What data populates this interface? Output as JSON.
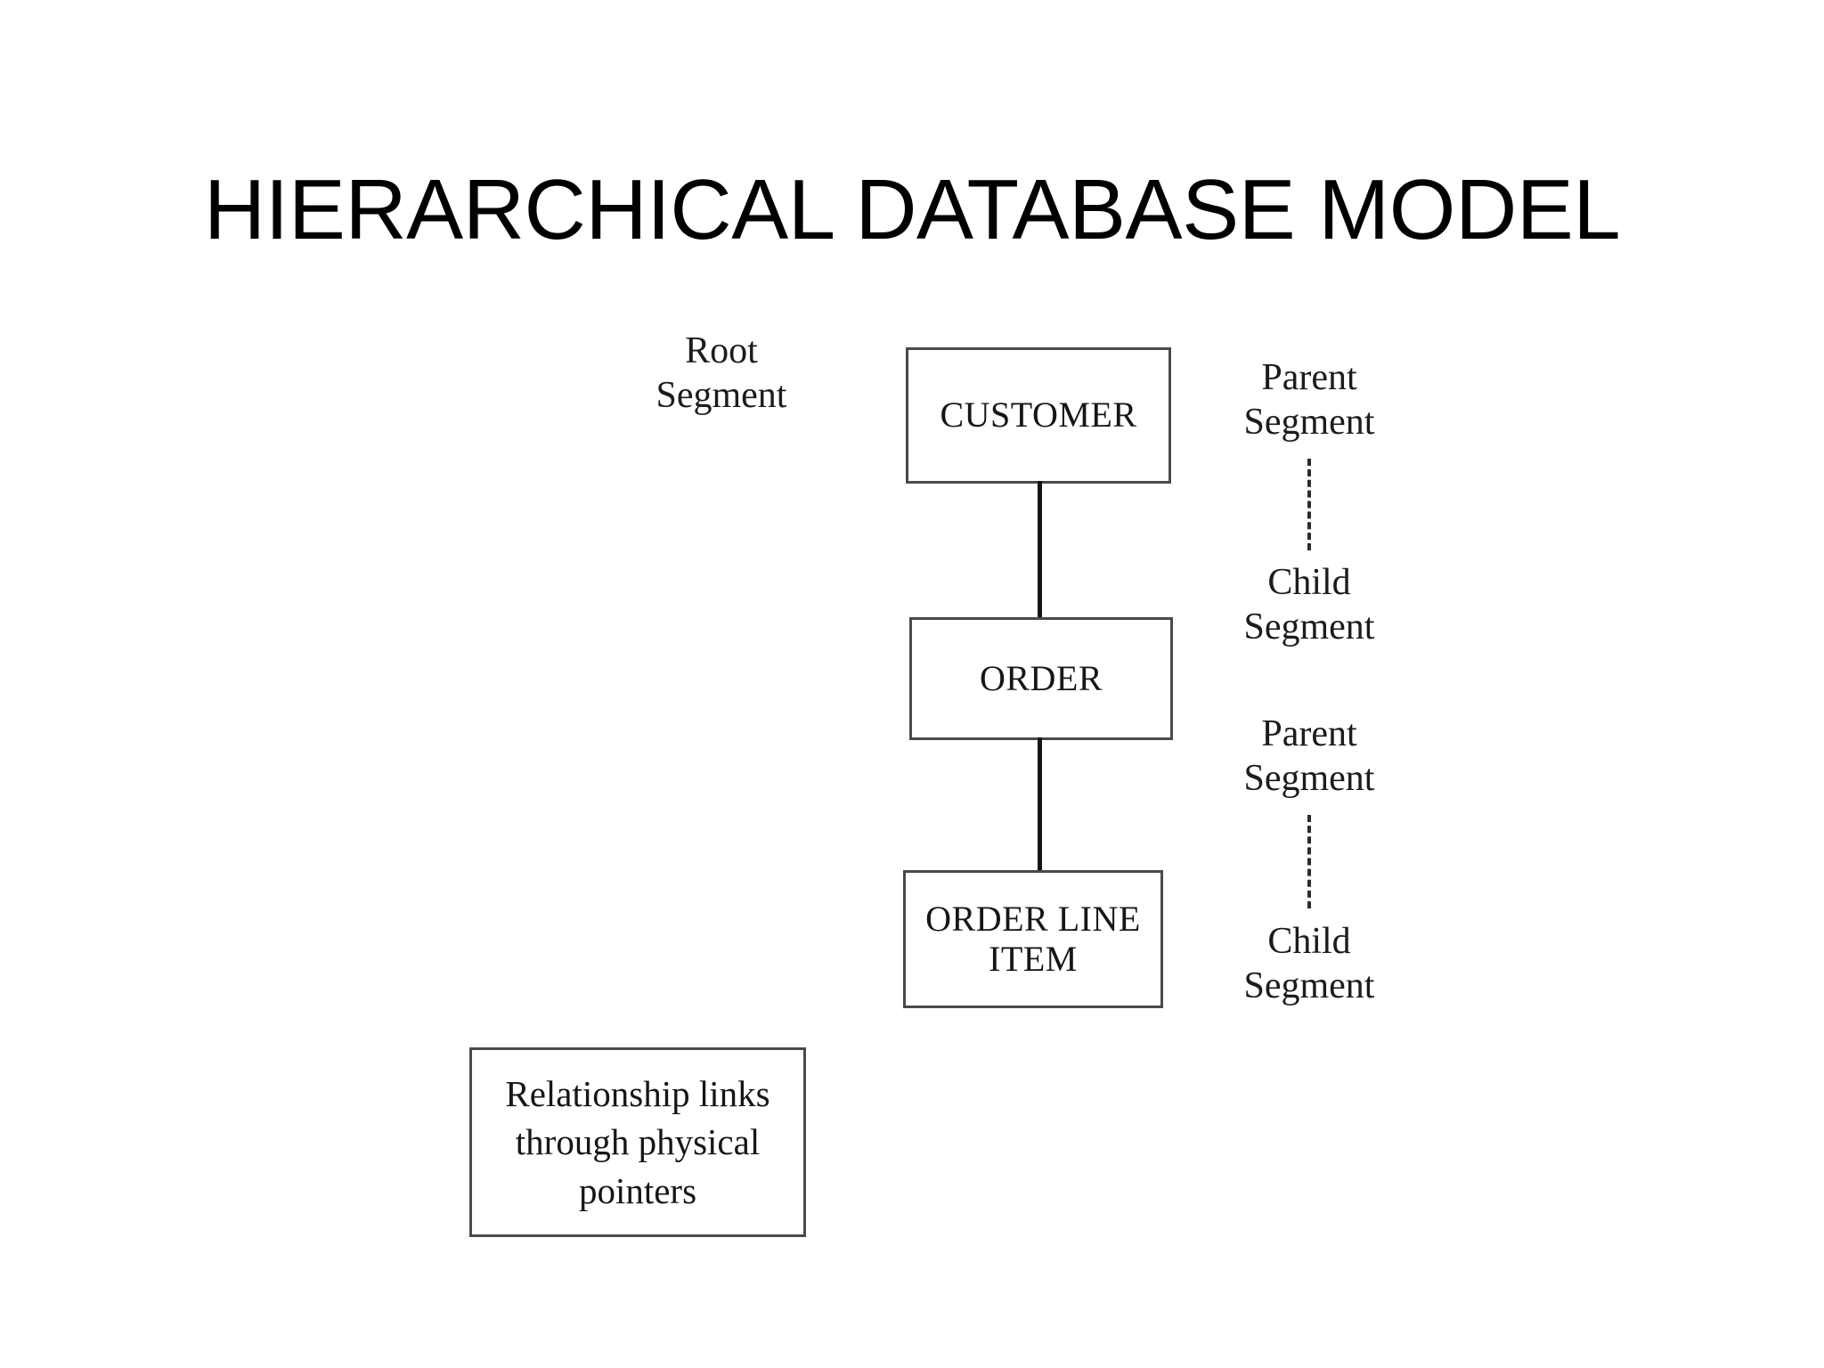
{
  "slide": {
    "title": "HIERARCHICAL DATABASE MODEL",
    "background_color": "#ffffff",
    "text_color": "#000000"
  },
  "diagram": {
    "type": "hierarchy-tree",
    "box_border_color": "#4a4a4a",
    "connector_color": "#16161a",
    "nodes": [
      {
        "id": "customer",
        "label": "CUSTOMER",
        "level": 1
      },
      {
        "id": "order",
        "label": "ORDER",
        "level": 2
      },
      {
        "id": "order_line_item",
        "label": "ORDER\nLINE ITEM",
        "level": 3
      }
    ],
    "connectors": [
      {
        "from": "customer",
        "to": "order",
        "style": "solid"
      },
      {
        "from": "order",
        "to": "order_line_item",
        "style": "solid"
      }
    ],
    "left_annotations": [
      {
        "id": "root_segment",
        "label": "Root\nSegment",
        "target": "customer"
      }
    ],
    "right_annotations": [
      {
        "id": "parent_1",
        "label": "Parent\nSegment"
      },
      {
        "id": "child_1",
        "label": "Child\nSegment"
      },
      {
        "id": "parent_2",
        "label": "Parent\nSegment"
      },
      {
        "id": "child_2",
        "label": "Child\nSegment"
      }
    ],
    "annotation_connectors": [
      {
        "from": "parent_1",
        "to": "child_1",
        "style": "dashed"
      },
      {
        "from": "parent_2",
        "to": "child_2",
        "style": "dashed"
      }
    ],
    "caption_box": {
      "id": "relationship_note",
      "label": "Relationship links\nthrough physical\npointers"
    }
  }
}
